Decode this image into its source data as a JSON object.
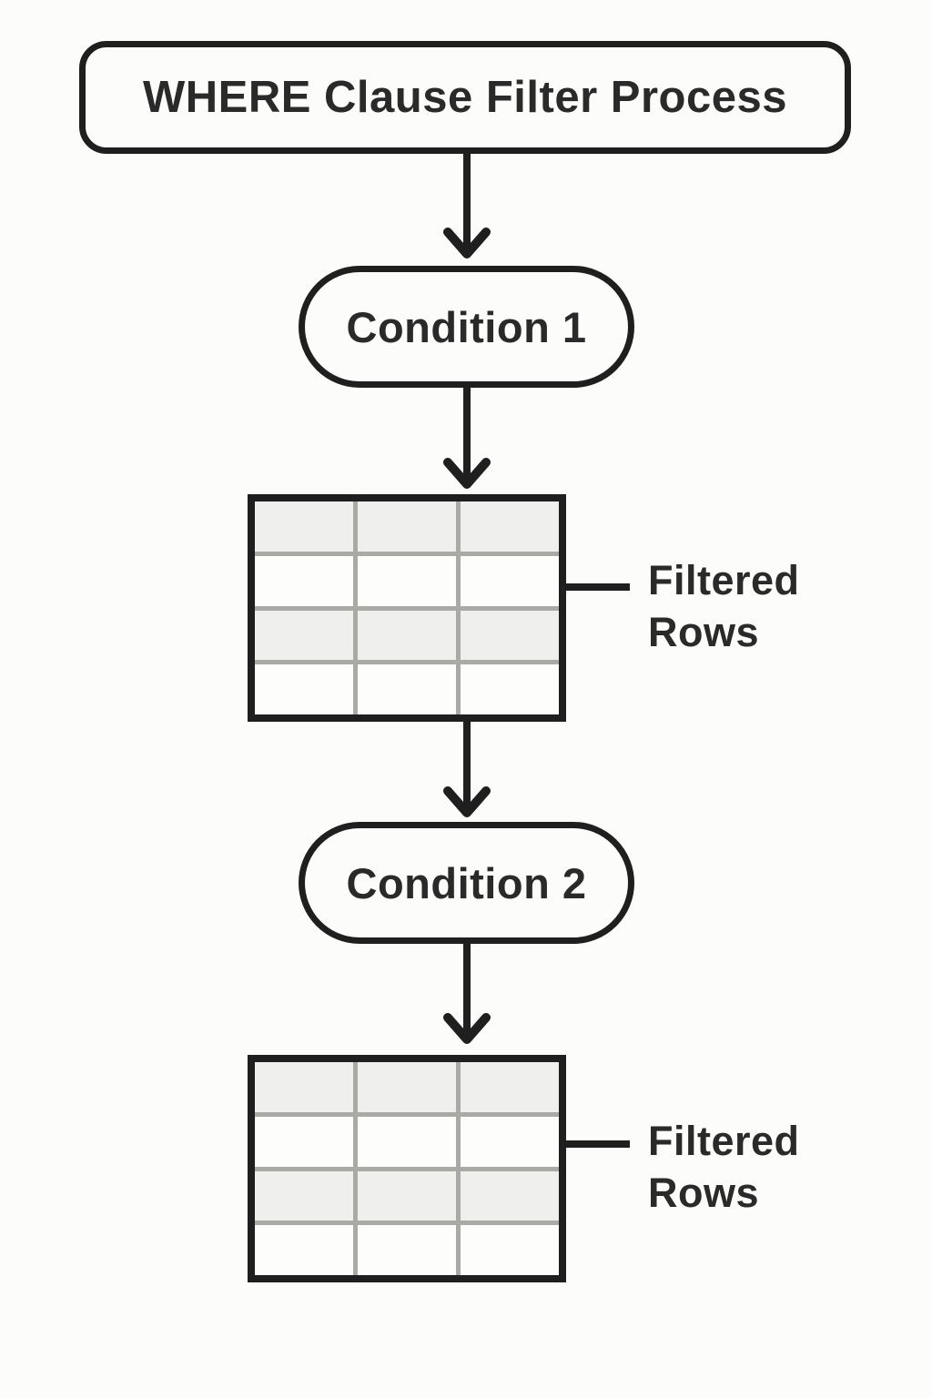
{
  "diagram": {
    "title": "WHERE Clause Filter Process",
    "nodes": [
      {
        "id": "condition-1",
        "label": "Condition 1"
      },
      {
        "id": "condition-2",
        "label": "Condition 2"
      }
    ],
    "annotations": [
      {
        "id": "filtered-rows-1",
        "label": "Filtered Rows"
      },
      {
        "id": "filtered-rows-2",
        "label": "Filtered Rows"
      }
    ],
    "table": {
      "rows": 4,
      "columns": 3,
      "shaded_row_indices": [
        1,
        3
      ]
    },
    "flow": [
      "WHERE Clause Filter Process -> Condition 1",
      "Condition 1 -> Filtered Rows table",
      "Filtered Rows table -> Condition 2",
      "Condition 2 -> Filtered Rows table"
    ],
    "colors": {
      "line": "#1f1f1f",
      "text": "#2a2a2a",
      "background": "#fcfcfa",
      "row_shaded": "#efefed",
      "row_plain": "#fdfdfc",
      "gridline": "#a9a9a5"
    }
  }
}
